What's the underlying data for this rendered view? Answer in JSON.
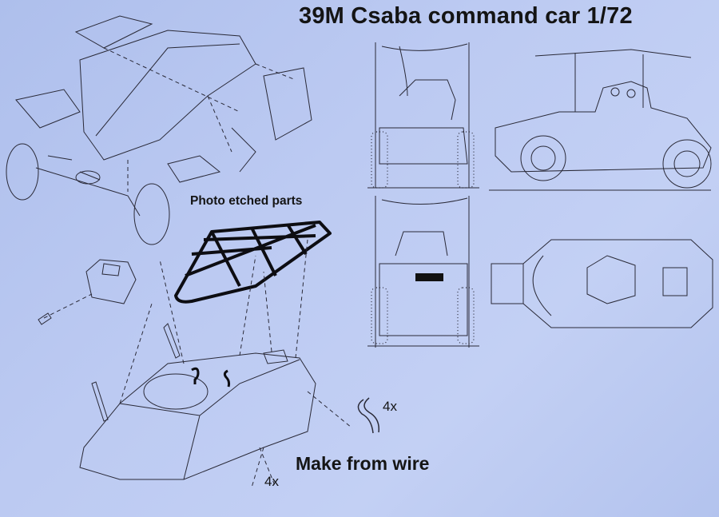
{
  "title": "39M Csaba command car 1/72",
  "labels": {
    "photo_etched": "Photo etched parts",
    "make_from_wire": "Make from wire",
    "qty_hook": "4x",
    "qty_rod": "4x"
  },
  "colors": {
    "paper": "#bccaf2",
    "ink": "#141414"
  }
}
